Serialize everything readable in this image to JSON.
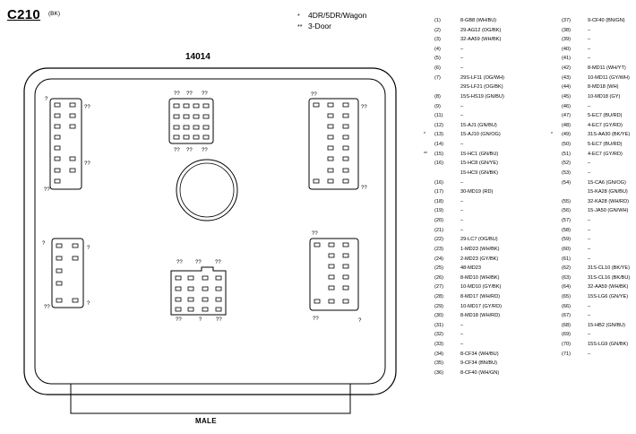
{
  "connector": {
    "name": "C210",
    "color": "(BK)",
    "part_number": "14014",
    "gender": "MALE"
  },
  "legend": [
    {
      "mark": "*",
      "text": "4DR/5DR/Wagon"
    },
    {
      "mark": "**",
      "text": "3-Door"
    }
  ],
  "cavity_label": "??",
  "cavity_label_single": "?",
  "pins_left": [
    {
      "mark": "",
      "num": "(1)",
      "circuit": "8-GB8 (WH/BU)"
    },
    {
      "mark": "",
      "num": "(2)",
      "circuit": "29-AG12 (OG/BK)"
    },
    {
      "mark": "",
      "num": "(3)",
      "circuit": "32-AA59 (WH/BK)"
    },
    {
      "mark": "",
      "num": "(4)",
      "circuit": "–"
    },
    {
      "mark": "",
      "num": "(5)",
      "circuit": "–"
    },
    {
      "mark": "",
      "num": "(6)",
      "circuit": "–"
    },
    {
      "mark": "",
      "num": "(7)",
      "circuit": "29S-LF11 (OG/WH)"
    },
    {
      "mark": "",
      "num": "",
      "circuit": "29S-LF21 (OG/BK)"
    },
    {
      "mark": "",
      "num": "(8)",
      "circuit": "15S-HS19 (GN/BU)"
    },
    {
      "mark": "",
      "num": "(9)",
      "circuit": "–"
    },
    {
      "mark": "",
      "num": "(11)",
      "circuit": "–"
    },
    {
      "mark": "",
      "num": "(12)",
      "circuit": "15-AJ1 (GN/BU)"
    },
    {
      "mark": "*",
      "num": "(13)",
      "circuit": "15-AJ10 (GN/OG)"
    },
    {
      "mark": "",
      "num": "(14)",
      "circuit": "–"
    },
    {
      "mark": "**",
      "num": "(15)",
      "circuit": "15-HC1 (GN/BU)"
    },
    {
      "mark": "",
      "num": "(16)",
      "circuit": "15-HC8 (GN/YE)"
    },
    {
      "mark": "",
      "num": "",
      "circuit": "15-HC9 (GN/BK)"
    },
    {
      "mark": "",
      "num": "(16)",
      "circuit": "–"
    },
    {
      "mark": "",
      "num": "(17)",
      "circuit": "30-MD19 (RD)"
    },
    {
      "mark": "",
      "num": "(18)",
      "circuit": "–"
    },
    {
      "mark": "",
      "num": "(19)",
      "circuit": "–"
    },
    {
      "mark": "",
      "num": "(20)",
      "circuit": "–"
    },
    {
      "mark": "",
      "num": "(21)",
      "circuit": "–"
    },
    {
      "mark": "",
      "num": "(22)",
      "circuit": "29-LC7 (OG/BU)"
    },
    {
      "mark": "",
      "num": "(23)",
      "circuit": "1-MD23 (WH/BK)"
    },
    {
      "mark": "",
      "num": "(24)",
      "circuit": "2-MD23 (GY/BK)"
    },
    {
      "mark": "",
      "num": "(25)",
      "circuit": "48-MD23"
    },
    {
      "mark": "",
      "num": "(26)",
      "circuit": "8-MD10 (WH/BK)"
    },
    {
      "mark": "",
      "num": "(27)",
      "circuit": "10-MD10 (GY/BK)"
    },
    {
      "mark": "",
      "num": "(28)",
      "circuit": "8-MD17 (WH/RD)"
    },
    {
      "mark": "",
      "num": "(29)",
      "circuit": "10-MD17 (GY/RD)"
    },
    {
      "mark": "",
      "num": "(30)",
      "circuit": "8-MD18 (WH/RD)"
    },
    {
      "mark": "",
      "num": "(31)",
      "circuit": "–"
    },
    {
      "mark": "",
      "num": "(32)",
      "circuit": "–"
    },
    {
      "mark": "",
      "num": "(33)",
      "circuit": "–"
    },
    {
      "mark": "",
      "num": "(34)",
      "circuit": "8-CF34 (WH/BU)"
    },
    {
      "mark": "",
      "num": "(35)",
      "circuit": "9-CF34 (BN/BU)"
    },
    {
      "mark": "",
      "num": "(36)",
      "circuit": "8-CF40 (WH/GN)"
    }
  ],
  "pins_right": [
    {
      "mark": "",
      "num": "(37)",
      "circuit": "9-CF40 (BN/GN)"
    },
    {
      "mark": "",
      "num": "(38)",
      "circuit": "–"
    },
    {
      "mark": "",
      "num": "(39)",
      "circuit": "–"
    },
    {
      "mark": "",
      "num": "(40)",
      "circuit": "–"
    },
    {
      "mark": "",
      "num": "(41)",
      "circuit": "–"
    },
    {
      "mark": "",
      "num": "(42)",
      "circuit": "8-MD11 (WH/YT)"
    },
    {
      "mark": "",
      "num": "(43)",
      "circuit": "10-MD11 (GY/WH)"
    },
    {
      "mark": "",
      "num": "(44)",
      "circuit": "8-MD18 (WH)"
    },
    {
      "mark": "",
      "num": "(45)",
      "circuit": "10-MD18 (GY)"
    },
    {
      "mark": "",
      "num": "(46)",
      "circuit": "–"
    },
    {
      "mark": "",
      "num": "(47)",
      "circuit": "5-EC7 (BU/RD)"
    },
    {
      "mark": "",
      "num": "(48)",
      "circuit": "4-EC7 (GY/RD)"
    },
    {
      "mark": "*",
      "num": "(49)",
      "circuit": "31S-AA30 (BK/YE)"
    },
    {
      "mark": "",
      "num": "(50)",
      "circuit": "5-EC7 (BU/RD)"
    },
    {
      "mark": "",
      "num": "(51)",
      "circuit": "4-EC7 (GY/RD)"
    },
    {
      "mark": "",
      "num": "(52)",
      "circuit": "–"
    },
    {
      "mark": "",
      "num": "(53)",
      "circuit": "–"
    },
    {
      "mark": "",
      "num": "(54)",
      "circuit": "15-CA6 (GN/OG)"
    },
    {
      "mark": "",
      "num": "",
      "circuit": "15-KA28 (GN/BU)"
    },
    {
      "mark": "",
      "num": "(55)",
      "circuit": "32-KA28 (WH/RD)"
    },
    {
      "mark": "",
      "num": "(56)",
      "circuit": "15-JA50 (GN/WH)"
    },
    {
      "mark": "",
      "num": "(57)",
      "circuit": "–"
    },
    {
      "mark": "",
      "num": "(58)",
      "circuit": "–"
    },
    {
      "mark": "",
      "num": "(59)",
      "circuit": "–"
    },
    {
      "mark": "",
      "num": "(60)",
      "circuit": "–"
    },
    {
      "mark": "",
      "num": "(61)",
      "circuit": "–"
    },
    {
      "mark": "",
      "num": "(62)",
      "circuit": "31S-CL10 (BK/YE)"
    },
    {
      "mark": "",
      "num": "(63)",
      "circuit": "31S-CL16 (BK/BU)"
    },
    {
      "mark": "",
      "num": "(64)",
      "circuit": "32-AA59 (WH/BK)"
    },
    {
      "mark": "",
      "num": "(65)",
      "circuit": "15S-LG6 (GN/YE)"
    },
    {
      "mark": "",
      "num": "(66)",
      "circuit": "–"
    },
    {
      "mark": "",
      "num": "(67)",
      "circuit": "–"
    },
    {
      "mark": "",
      "num": "(68)",
      "circuit": "15-HB2 (GN/BU)"
    },
    {
      "mark": "",
      "num": "(69)",
      "circuit": "–"
    },
    {
      "mark": "",
      "num": "(70)",
      "circuit": "15S-LG9 (GN/BK)"
    },
    {
      "mark": "",
      "num": "(71)",
      "circuit": "–"
    }
  ]
}
